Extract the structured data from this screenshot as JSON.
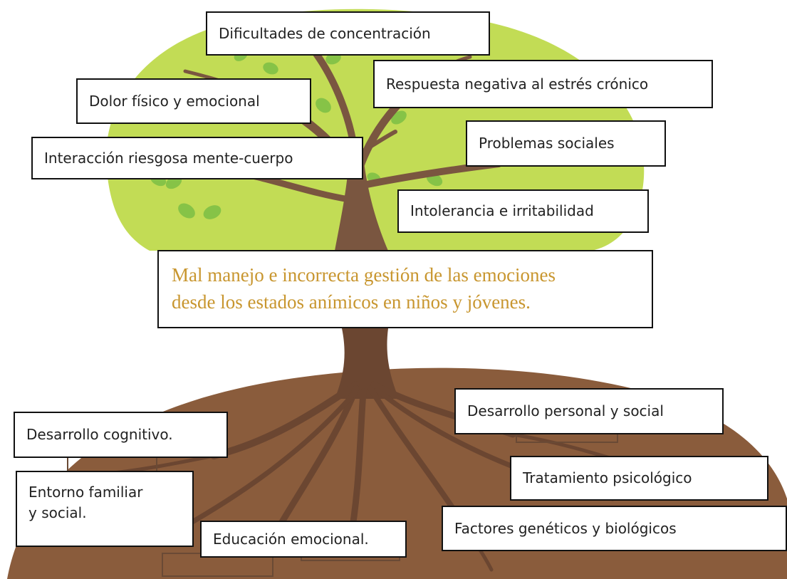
{
  "central_problem": {
    "line1": "Mal manejo e incorrecta gestión de las emociones",
    "line2": "desde los estados anímicos en niños y jóvenes."
  },
  "effects": [
    {
      "label": "Dificultades de concentración"
    },
    {
      "label": "Respuesta negativa al estrés crónico"
    },
    {
      "label": "Dolor físico y emocional"
    },
    {
      "label": "Problemas sociales"
    },
    {
      "label": "Interacción riesgosa mente-cuerpo"
    },
    {
      "label": "Intolerancia e irritabilidad"
    }
  ],
  "causes": [
    {
      "label": "Desarrollo personal y social"
    },
    {
      "label": "Desarrollo cognitivo."
    },
    {
      "label": "Tratamiento psicológico"
    },
    {
      "label": "Entorno familiar\ny social."
    },
    {
      "label": "Factores genéticos y biológicos"
    },
    {
      "label": "Educación emocional."
    }
  ],
  "colors": {
    "crown": "#c2dc55",
    "leaf": "#86c347",
    "trunk": "#7a5640",
    "ground": "#8a5c3c",
    "central_text": "#c8962f"
  }
}
